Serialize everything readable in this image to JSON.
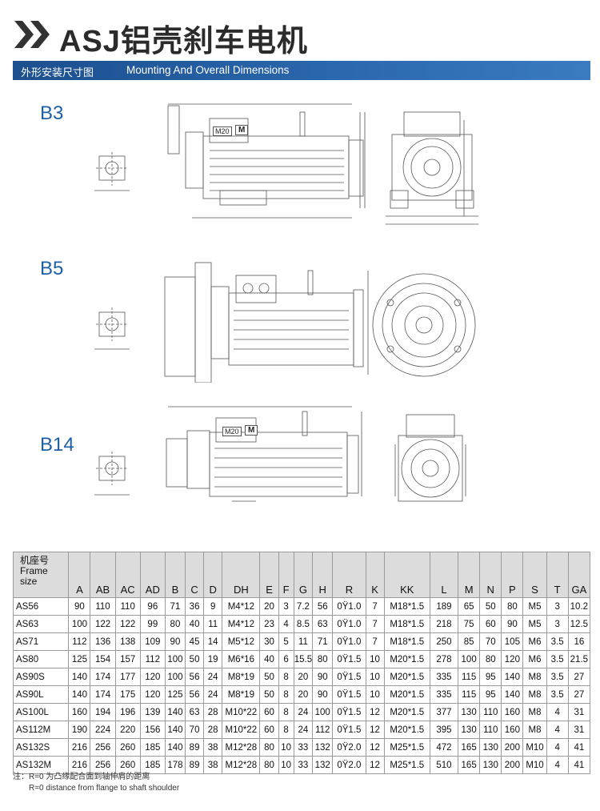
{
  "title": "ASJ铝壳刹车电机",
  "subtitle": {
    "cn": "外形安装尺寸图",
    "en": "Mounting And Overall Dimensions"
  },
  "views": [
    {
      "label": "B3",
      "badge": "M20",
      "badge2": "M"
    },
    {
      "label": "B5"
    },
    {
      "label": "B14",
      "badge": "M20",
      "badge2": "M"
    }
  ],
  "table": {
    "frame_header": [
      "机座号",
      "Frame",
      "size"
    ],
    "columns": [
      "A",
      "AB",
      "AC",
      "AD",
      "B",
      "C",
      "D",
      "DH",
      "E",
      "F",
      "G",
      "H",
      "R",
      "K",
      "KK",
      "L",
      "M",
      "N",
      "P",
      "S",
      "T",
      "GA"
    ],
    "rows": [
      [
        "AS56",
        "90",
        "110",
        "110",
        "96",
        "71",
        "36",
        "9",
        "M4*12",
        "20",
        "3",
        "7.2",
        "56",
        "0Ÿ1.0",
        "7",
        "M18*1.5",
        "189",
        "65",
        "50",
        "80",
        "M5",
        "3",
        "10.2"
      ],
      [
        "AS63",
        "100",
        "122",
        "122",
        "99",
        "80",
        "40",
        "11",
        "M4*12",
        "23",
        "4",
        "8.5",
        "63",
        "0Ÿ1.0",
        "7",
        "M18*1.5",
        "218",
        "75",
        "60",
        "90",
        "M5",
        "3",
        "12.5"
      ],
      [
        "AS71",
        "112",
        "136",
        "138",
        "109",
        "90",
        "45",
        "14",
        "M5*12",
        "30",
        "5",
        "11",
        "71",
        "0Ÿ1.0",
        "7",
        "M18*1.5",
        "250",
        "85",
        "70",
        "105",
        "M6",
        "3.5",
        "16"
      ],
      [
        "AS80",
        "125",
        "154",
        "157",
        "112",
        "100",
        "50",
        "19",
        "M6*16",
        "40",
        "6",
        "15.5",
        "80",
        "0Ÿ1.5",
        "10",
        "M20*1.5",
        "278",
        "100",
        "80",
        "120",
        "M6",
        "3.5",
        "21.5"
      ],
      [
        "AS90S",
        "140",
        "174",
        "177",
        "120",
        "100",
        "56",
        "24",
        "M8*19",
        "50",
        "8",
        "20",
        "90",
        "0Ÿ1.5",
        "10",
        "M20*1.5",
        "335",
        "115",
        "95",
        "140",
        "M8",
        "3.5",
        "27"
      ],
      [
        "AS90L",
        "140",
        "174",
        "175",
        "120",
        "125",
        "56",
        "24",
        "M8*19",
        "50",
        "8",
        "20",
        "90",
        "0Ÿ1.5",
        "10",
        "M20*1.5",
        "335",
        "115",
        "95",
        "140",
        "M8",
        "3.5",
        "27"
      ],
      [
        "AS100L",
        "160",
        "194",
        "196",
        "139",
        "140",
        "63",
        "28",
        "M10*22",
        "60",
        "8",
        "24",
        "100",
        "0Ÿ1.5",
        "12",
        "M20*1.5",
        "377",
        "130",
        "110",
        "160",
        "M8",
        "4",
        "31"
      ],
      [
        "AS112M",
        "190",
        "224",
        "220",
        "156",
        "140",
        "70",
        "28",
        "M10*22",
        "60",
        "8",
        "24",
        "112",
        "0Ÿ1.5",
        "12",
        "M20*1.5",
        "395",
        "130",
        "110",
        "160",
        "M8",
        "4",
        "31"
      ],
      [
        "AS132S",
        "216",
        "256",
        "260",
        "185",
        "140",
        "89",
        "38",
        "M12*28",
        "80",
        "10",
        "33",
        "132",
        "0Ÿ2.0",
        "12",
        "M25*1.5",
        "472",
        "165",
        "130",
        "200",
        "M10",
        "4",
        "41"
      ],
      [
        "AS132M",
        "216",
        "256",
        "260",
        "185",
        "178",
        "89",
        "38",
        "M12*28",
        "80",
        "10",
        "33",
        "132",
        "0Ÿ2.0",
        "12",
        "M25*1.5",
        "510",
        "165",
        "130",
        "200",
        "M10",
        "4",
        "41"
      ]
    ]
  },
  "note": {
    "line1": "注：R=0 为凸缘配合面到轴伸肩的距离",
    "line2": "R=0 distance from flange to shaft shoulder"
  }
}
